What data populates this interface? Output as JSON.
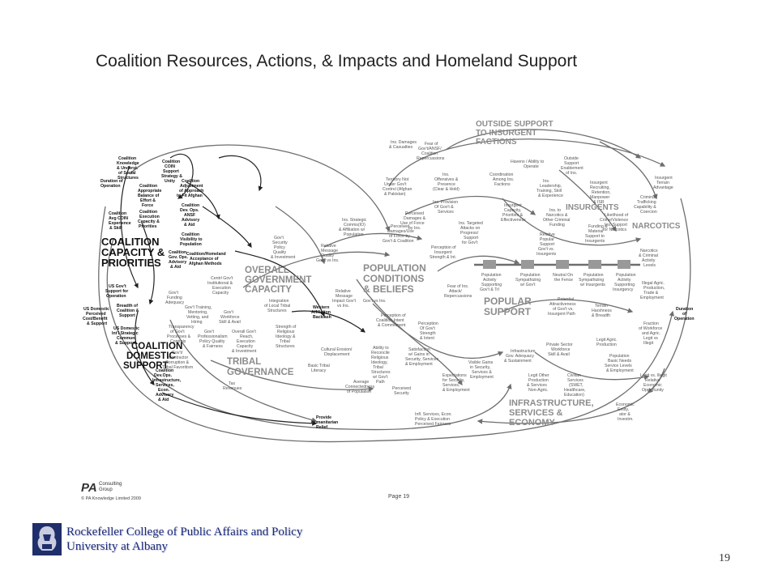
{
  "slide": {
    "title": "Coalition Resources, Actions, & Impacts and Homeland Support",
    "slide_number": "19"
  },
  "diagram": {
    "sectors": {
      "coalition_capacity": [
        "COALITION",
        "CAPACITY &",
        "PRIORITIES"
      ],
      "coalition_domestic": [
        "COALITION",
        "DOMESTIC",
        "SUPPORT"
      ],
      "overall_gov": [
        "OVERALL",
        "GOVERNMENT",
        "CAPACITY"
      ],
      "tribal": [
        "TRIBAL",
        "GOVERNANCE"
      ],
      "population": [
        "POPULATION",
        "CONDITIONS",
        "& BELIEFS"
      ],
      "outside_support": [
        "OUTSIDE SUPPORT",
        "TO INSURGENT",
        "FACTIONS"
      ],
      "insurgents": [
        "INSURGENTS"
      ],
      "narcotics": [
        "NARCOTICS"
      ],
      "popular_support": [
        "POPULAR",
        "SUPPORT"
      ],
      "infrastructure": [
        "INFRASTRUCTURE,",
        "SERVICES &",
        "ECONOMY"
      ]
    },
    "nodes": {
      "coalition_knowledge": [
        "Coalition",
        "Knowledge",
        "& Underst.",
        "of Social",
        "Structures"
      ],
      "coalition_coin": [
        "Coalition",
        "COIN",
        "Support",
        "Strategy &",
        "Unity"
      ],
      "duration_op_left": [
        "Duration of",
        "Operation"
      ],
      "coalition_balance": [
        "Coalition",
        "Appropriate",
        "Balance of",
        "Effort &",
        "Force"
      ],
      "coalition_adjustment": [
        "Coalition",
        "Adjustment",
        "of Approach",
        "to Fit Afghan"
      ],
      "coalition_avg": [
        "Coalition",
        "Avg COIN",
        "Experience",
        "& Skill"
      ],
      "coalition_execution": [
        "Coalition",
        "Execution",
        "Capacity &",
        "Priorities"
      ],
      "coalition_dev": [
        "Coalition",
        "Dev. Ops.",
        "ANSF",
        "Advisory",
        "& Aid"
      ],
      "coalition_visibility": [
        "Coalition",
        "Visibility to",
        "Population"
      ],
      "coalition_homeland": [
        "Coalition/Homeland",
        "Acceptance of",
        "Afghan Methods"
      ],
      "coalition_gov_ops": [
        "Coalition",
        "Gov. Ops.",
        "Advisory",
        "& Aid"
      ],
      "us_gov_support": [
        "US Gov't",
        "Support for",
        "Operation"
      ],
      "breadth_coalition": [
        "Breadth of",
        "Coalition &",
        "Support"
      ],
      "us_domestic_cost": [
        "US Domestic",
        "Perceived",
        "Cost/Benefit",
        "& Support"
      ],
      "us_domestic_intl": [
        "US Domestic",
        "Int'l Strategic",
        "Commun.",
        "& Support"
      ],
      "coalition_dev_ops": [
        "Coalition",
        "Dev.Ops.",
        "Infrastructure,",
        "Services,",
        "Econ.",
        "Advisory",
        "& Aid"
      ],
      "provide_relief": [
        "Provide",
        "Humanitarian",
        "Relief"
      ],
      "gov_security": [
        "Gov't",
        "Security",
        "Policy",
        "Quality",
        "& Investment"
      ],
      "centrl_gov": [
        "Centrl Gov't",
        "Institutional &",
        "Execution",
        "Capacity"
      ],
      "gov_funding": [
        "Gov't",
        "Funding",
        "Adequacy"
      ],
      "gov_training": [
        "Gov't Training,",
        "Mentoring,",
        "Vetting, and",
        "Hiring"
      ],
      "gov_workforce": [
        "Gov't",
        "Workforce",
        "Skill & Avail"
      ],
      "transparency": [
        "Transparency",
        "of Gov't",
        "Processes &",
        "Controls"
      ],
      "gov_prof": [
        "Gov't",
        "Professionalism",
        "Policy Quality",
        "& Fairness"
      ],
      "overall_gov_reach": [
        "Overall Gov't",
        "Reach,",
        "Execution",
        "Capacity",
        "& Investment"
      ],
      "gov_contractor": [
        "Gov't/",
        "Contractor",
        "Corruption &",
        "Tribal Favoritism"
      ],
      "tax_revenues": [
        "Tax",
        "Revenues"
      ],
      "integration_tribal": [
        "Integration",
        "of Local Tribal",
        "Structures"
      ],
      "strength_religious": [
        "Strength of",
        "Religious",
        "Ideology &",
        "Tribal",
        "Structures"
      ],
      "cultural_erosion": [
        "Cultural Erosion/",
        "Displacement"
      ],
      "basic_tribal": [
        "Basic Tribal",
        "Literacy"
      ],
      "western_affil": [
        "Western",
        "Affiliation",
        "Backlash"
      ],
      "relative_message": [
        "Relative",
        "Message",
        "Quality",
        "Gov't vs Ins."
      ],
      "relative_message_impact": [
        "Relative",
        "Message",
        "Impact Gov't",
        "vs Ins."
      ],
      "perceived_damages": [
        "Perceived",
        "Damages/Use",
        "of Force by",
        "Gov't & Coalition"
      ],
      "ins_strategic": [
        "Ins. Strategic",
        "Comms(IO)",
        "& Affiliation w/",
        "Population"
      ],
      "gov_ins": [
        "Gov't vs Ins."
      ],
      "perception_coalition": [
        "Perception of",
        "Coalition Intent",
        "& Commitment"
      ],
      "ability_reconcile": [
        "Ability to",
        "Reconcile",
        "Religious",
        "Ideology,",
        "Tribal",
        "Structures",
        "w/ Gov't",
        "Path"
      ],
      "avg_connectedness": [
        "Average",
        "Connectedness",
        "of Population"
      ],
      "perceived_security": [
        "Perceived",
        "Security"
      ],
      "perception_strength": [
        "Perception",
        "Of Gov't",
        "Strength",
        "& Intent"
      ],
      "fear_ins": [
        "Fear of Ins.",
        "Attack/",
        "Repercussions"
      ],
      "satisfaction": [
        "Satisfaction",
        "w/ Gains in",
        "Security, Services",
        "& Employment"
      ],
      "expectations": [
        "Expectations",
        "for Security,",
        "Services,",
        "& Employment"
      ],
      "infl_services": [
        "Infl. Services, Econ.",
        "Policy & Execution",
        "Perceived Fairness"
      ],
      "ins_damages": [
        "Ins. Damages",
        "& Casualties"
      ],
      "fear_gov": [
        "Fear of",
        "Gov't/ANSF/",
        "Coalition",
        "Repercussions"
      ],
      "territory_not": [
        "Territory Not",
        "Under Gov't",
        "Control (Afghan",
        "& Pakistan)"
      ],
      "ins_offensives": [
        "Ins.",
        "Offensives &",
        "Presence",
        "(Clear & Hold)"
      ],
      "perceived_damages_ins": [
        "Perceived",
        "Damages &",
        "Use of Force",
        "by Ins."
      ],
      "ins_provision": [
        "Ins. Provision",
        "Of Gov't &",
        "Services"
      ],
      "ins_targeted": [
        "Ins. Targeted",
        "Attacks on",
        "Progress/",
        "Support",
        "for Gov't"
      ],
      "perception_insurgent": [
        "Perception of",
        "Insurgent",
        "Strength & Int."
      ],
      "havens": [
        "Havens / Ability to",
        "Operate"
      ],
      "coordination": [
        "Coordination",
        "Among Ins.",
        "Factions"
      ],
      "outside_support_node": [
        "Outside",
        "Support",
        "Enablement",
        "of Ins."
      ],
      "ins_leadership": [
        "Ins.",
        "Leadership,",
        "Training, Skill",
        "& Experience"
      ],
      "insurgent_capacity": [
        "Insurgent",
        "Capacity,",
        "Priorities &",
        "Effectiveness"
      ],
      "ins_narcotics": [
        "Ins. to",
        "Narcotics &",
        "Other Criminal",
        "Funding"
      ],
      "funding_material": [
        "Funding &",
        "Material",
        "Support to",
        "Insurgents"
      ],
      "insurgent_recruiting": [
        "Insurgent",
        "Recruiting,",
        "Retention,",
        "Manpower",
        "& ISR"
      ],
      "insurgent_terrain": [
        "Insurgent",
        "Terrain",
        "Advantage"
      ],
      "criminal_trafficking": [
        "Criminal/",
        "Trafficking",
        "Capability &",
        "Coercion"
      ],
      "relative_popular": [
        "Relative",
        "Popular",
        "Support",
        "Gov't vs.",
        "Insurgents"
      ],
      "likelihood_crime": [
        "Likelihood of",
        "Crime/Violence",
        "Ins. Support",
        "for Narcotics"
      ],
      "narcotics_crim": [
        "Narcotics",
        "& Criminal",
        "Activity",
        "Levels"
      ],
      "illegal_agric": [
        "Illegal Agric.",
        "Production,",
        "Trade &",
        "Employment"
      ],
      "fraction_workforce": [
        "Fraction",
        "of Workforce",
        "and Agric.",
        "Legit vs",
        "Illegit"
      ],
      "duration_op_right": [
        "Duration",
        "of",
        "Operation"
      ],
      "pop_activity_gov": [
        "Population",
        "Activity",
        "Supporting",
        "Gov't & Trl"
      ],
      "pop_sympathizing_gov": [
        "Population",
        "Sympathizing",
        "w/ Gov't"
      ],
      "neutral_fence": [
        "Neutral On",
        "the Fence"
      ],
      "pop_sympathizing_ins": [
        "Population",
        "Sympathizing",
        "w/ Insurgents"
      ],
      "pop_activity_ins": [
        "Population",
        "Activity",
        "Supporting",
        "Insurgency"
      ],
      "potential_attract": [
        "Potential",
        "Attractiveness",
        "of Gov't vs.",
        "Insurgent Path"
      ],
      "terrain_harsh": [
        "Terrain",
        "Harshness",
        "& Breadth"
      ],
      "private_sector": [
        "Private Sector",
        "Workforce",
        "Skill & Avail"
      ],
      "legit_agric": [
        "Legit Agric.",
        "Production"
      ],
      "infrastructure_gov": [
        "Infrastructure",
        "Gov. Adequacy",
        "& Sustainment"
      ],
      "visible_gains": [
        "Visible Gains",
        "in Security,",
        "Services &",
        "Employment"
      ],
      "legit_other": [
        "Legit Other",
        "Production",
        "& Services",
        "Non-Agric."
      ],
      "civilian_services": [
        "Civilian",
        "Services",
        "(SWET,",
        "Healthcare,",
        "Education)"
      ],
      "population_basic": [
        "Population",
        "Basic Needs",
        "Service Levels",
        "& Employment"
      ],
      "legit_illegit": [
        "Legit vs. Illegit",
        "Relative",
        "Economic",
        "Opportunity"
      ],
      "economic_entity": [
        "Economic",
        "Entity,",
        "ator &",
        "Investm."
      ]
    }
  },
  "footer": {
    "pa_logo_text": "PA",
    "pa_logo_sub": "Consulting Group",
    "copyright": "© PA Knowledge Limited 2009",
    "page_label": "Page 19",
    "institution_line1": "Rockefeller College of Public Affairs and Policy",
    "institution_line2": "University at Albany"
  },
  "colors": {
    "institution_blue": "#1a2a7a",
    "diagram_gray": "#6e6e6e",
    "sector_gray": "#8c8c8c",
    "sector_dark": "#111111",
    "pa_red": "#c8102e"
  },
  "icons": [
    "pa-consulting-logo",
    "rockefeller-emblem-icon"
  ]
}
